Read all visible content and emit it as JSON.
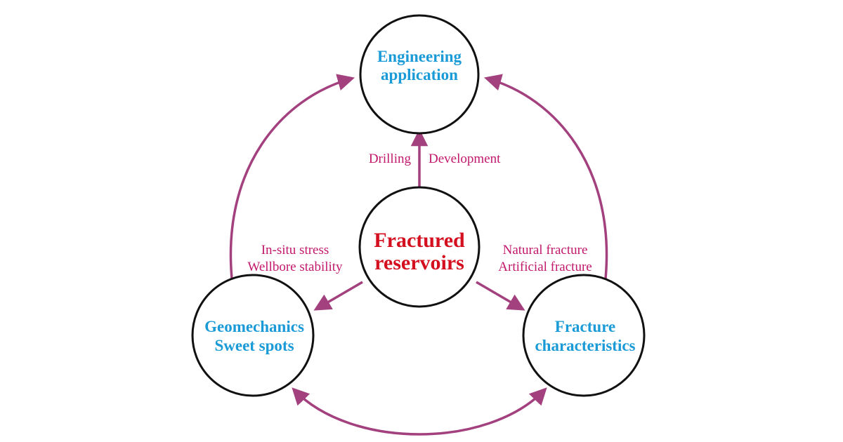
{
  "colors": {
    "node_text": "#1a9ad6",
    "center_text": "#d40f1f",
    "edge_text": "#c2186b",
    "arrow": "#a3417f",
    "circle_stroke": "#111111"
  },
  "nodes": {
    "engineering": {
      "line1": "Engineering",
      "line2": "application"
    },
    "center": {
      "line1": "Fractured",
      "line2": "reservoirs"
    },
    "geomechanics": {
      "line1": "Geomechanics",
      "line2": "Sweet spots"
    },
    "fracture": {
      "line1": "Fracture",
      "line2": "characteristics"
    }
  },
  "edge_labels": {
    "top_left": "Drilling",
    "top_right": "Development",
    "left_line1": "In-situ stress",
    "left_line2": "Wellbore stability",
    "right_line1": "Natural fracture",
    "right_line2": "Artificial fracture"
  }
}
